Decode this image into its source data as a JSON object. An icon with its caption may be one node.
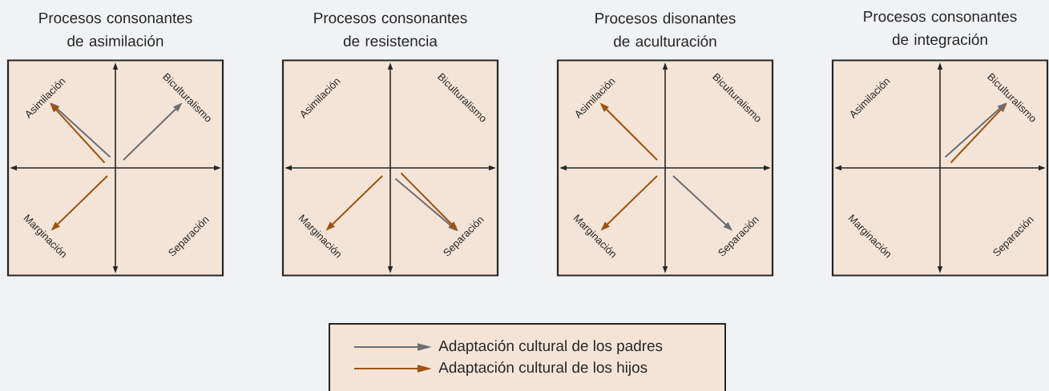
{
  "diagram": {
    "nodes": [
      {
        "text": [
          "Procesos consonantes de asimilación"
        ]
      },
      {
        "text": [
          "Asimilación"
        ],
        "in": 0
      },
      {
        "text": [
          "Biculturalismo"
        ],
        "in": 0
      },
      {
        "text": [
          "Marginación"
        ],
        "in": 0
      },
      {
        "text": [
          "Separación"
        ],
        "in": 0
      },
      {
        "text": [
          "Procesos consonantes de resistencia"
        ]
      },
      {
        "text": [
          "Asimilación"
        ],
        "in": 5
      },
      {
        "text": [
          "Biculturalismo"
        ],
        "in": 5
      },
      {
        "text": [
          "Marginación"
        ],
        "in": 5
      },
      {
        "text": [
          "Separación"
        ],
        "in": 5
      },
      {
        "text": [
          "Procesos disonantes de aculturación"
        ]
      },
      {
        "text": [
          "Asimilación"
        ],
        "in": 10
      },
      {
        "text": [
          "Biculturalismo"
        ],
        "in": 10
      },
      {
        "text": [
          "Marginación"
        ],
        "in": 10
      },
      {
        "text": [
          "Separación"
        ],
        "in": 10
      },
      {
        "text": [
          "Procesos consonantes de integración"
        ]
      },
      {
        "text": [
          "Asimilación"
        ],
        "in": 15
      },
      {
        "text": [
          "Biculturalismo"
        ],
        "in": 15
      },
      {
        "text": [
          "Marginación"
        ],
        "in": 15
      },
      {
        "text": [
          "Separación"
        ],
        "in": 15
      }
    ],
    "edges": [
      {
        "from": null,
        "to": 1,
        "arrow": "to",
        "color": "#6d6e71"
      },
      {
        "from": null,
        "to": 1,
        "arrow": "to",
        "color": "#a0520f"
      },
      {
        "from": null,
        "to": 2,
        "arrow": "to",
        "color": "#6d6e71"
      },
      {
        "from": null,
        "to": 3,
        "arrow": "to",
        "color": "#a0520f"
      },
      {
        "from": null,
        "to": 8,
        "arrow": "to",
        "color": "#a0520f"
      },
      {
        "from": null,
        "to": 9,
        "arrow": "to",
        "color": "#6d6e71"
      },
      {
        "from": null,
        "to": 9,
        "arrow": "to",
        "color": "#a0520f"
      },
      {
        "from": null,
        "to": 11,
        "arrow": "to",
        "color": "#a0520f"
      },
      {
        "from": null,
        "to": 13,
        "arrow": "to",
        "color": "#a0520f"
      },
      {
        "from": null,
        "to": 14,
        "arrow": "to",
        "color": "#6d6e71"
      },
      {
        "from": null,
        "to": 17,
        "arrow": "to",
        "color": "#a0520f"
      },
      {
        "from": null,
        "to": 17,
        "arrow": "to",
        "color": "#6d6e71"
      }
    ],
    "legend": [
      {
        "text": "Adaptación cultural de los padres"
      },
      {
        "text": "Adaptación cultural de los hijos"
      }
    ]
  }
}
